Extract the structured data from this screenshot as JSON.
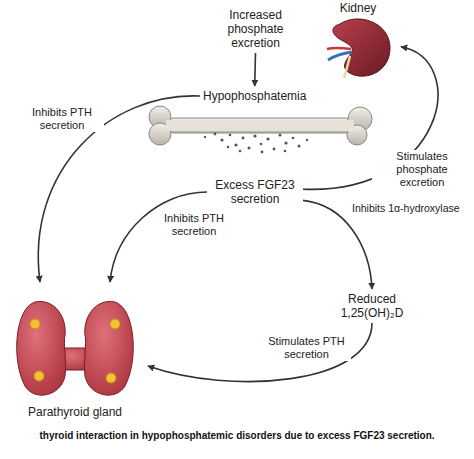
{
  "diagram": {
    "caption": "thyroid interaction in hypophosphatemic disorders due to excess FGF23 secretion.",
    "nodes": [
      {
        "text": [
          "Kidney"
        ]
      },
      {
        "text": [
          "Increased phosphate excretion"
        ]
      },
      {
        "text": [
          "Hypophosphatemia"
        ]
      },
      {
        "text": [
          "Excess FGF23 secretion"
        ]
      },
      {
        "text": [
          "Reduced 1,25(OH)₂D"
        ]
      },
      {
        "text": [
          "Parathyroid gland"
        ]
      }
    ],
    "edges": [
      {
        "from": 1,
        "to": 2,
        "arrow": "to"
      },
      {
        "from": 2,
        "to": 5,
        "label": "Inhibits PTH secretion",
        "arrow": "to"
      },
      {
        "from": 3,
        "to": 5,
        "label": "Inhibits PTH secretion",
        "arrow": "to"
      },
      {
        "from": 3,
        "to": 0,
        "label": "Stimulates phosphate excretion",
        "arrow": "to"
      },
      {
        "from": 3,
        "to": 4,
        "label": "Inhibits 1α-hydroxylase",
        "arrow": "to"
      },
      {
        "from": 4,
        "to": 5,
        "label": "Stimulates PTH secretion",
        "arrow": "to"
      }
    ]
  }
}
